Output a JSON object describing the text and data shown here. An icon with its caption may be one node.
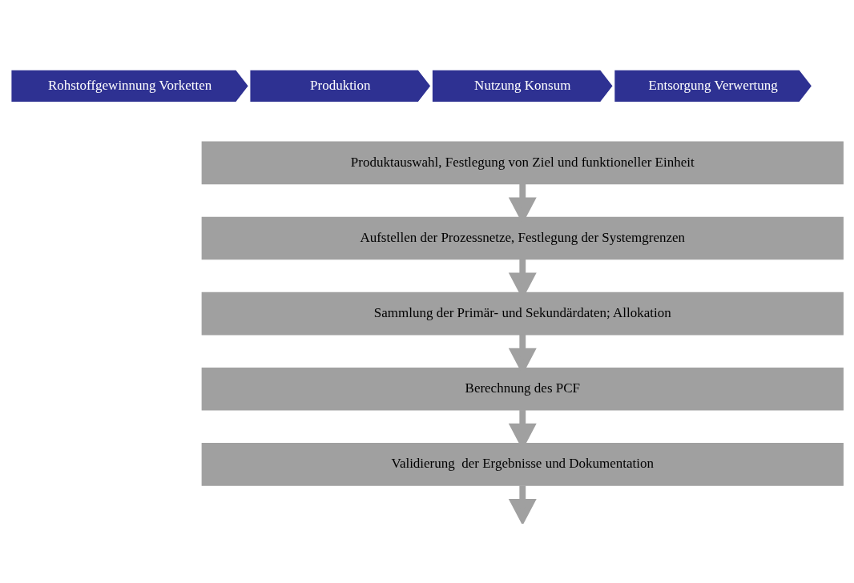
{
  "diagram": {
    "nodes": [
      {
        "text": [
          "Rohstoffgewinnung Vorketten"
        ]
      },
      {
        "text": [
          "Produktion"
        ]
      },
      {
        "text": [
          "Nutzung Konsum"
        ]
      },
      {
        "text": [
          "Entsorgung Verwertung"
        ]
      },
      {
        "text": [
          "Produktauswahl, Festlegung von Ziel und funktioneller Einheit"
        ]
      },
      {
        "text": [
          "Aufstellen der Prozessnetze, Festlegung der Systemgrenzen"
        ]
      },
      {
        "text": [
          "Sammlung der Primär- und Sekundärdaten; Allokation"
        ]
      },
      {
        "text": [
          "Berechnung des PCF"
        ]
      },
      {
        "text": [
          "Validierung  der Ergebnisse und Dokumentation"
        ]
      }
    ],
    "edges": [
      {
        "from": 4,
        "to": 5,
        "arrow": "to"
      },
      {
        "from": 5,
        "to": 6,
        "arrow": "to"
      },
      {
        "from": 6,
        "to": 7,
        "arrow": "to"
      },
      {
        "from": 7,
        "to": 8,
        "arrow": "to"
      },
      {
        "from": 8,
        "to": null,
        "arrow": "to"
      }
    ]
  }
}
